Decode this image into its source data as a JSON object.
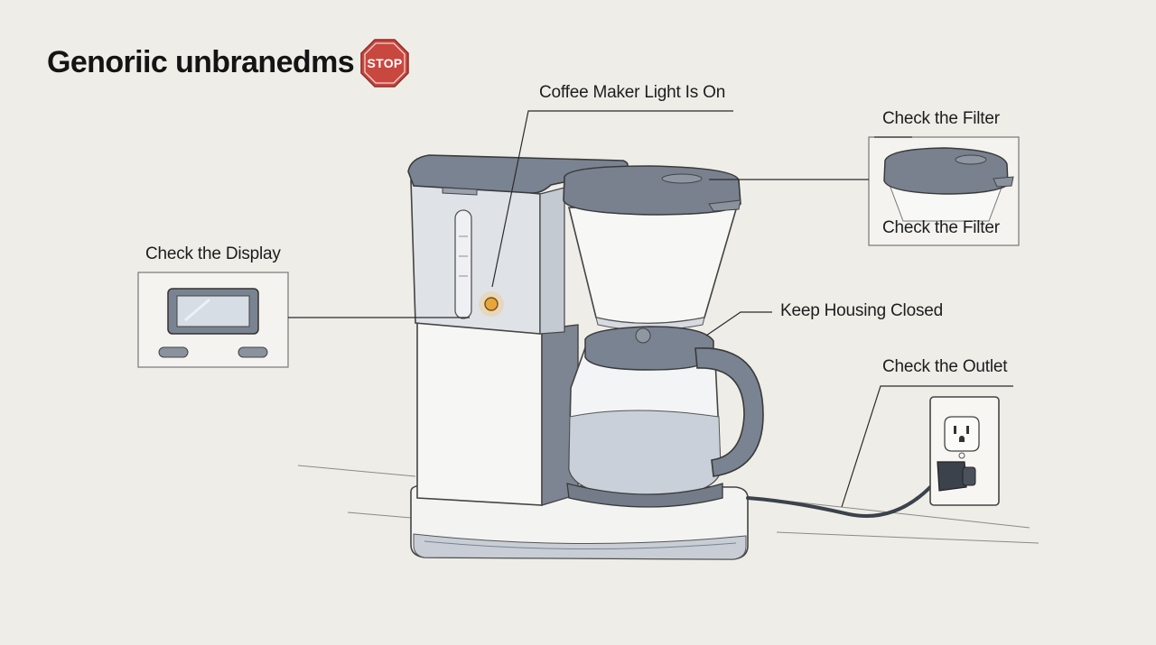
{
  "title": "Genoriic unbranedms",
  "stop_sign": {
    "text": "STOP",
    "color": "#c8473f"
  },
  "callouts": {
    "light": "Coffee Maker Light Is On",
    "filter_top": "Check the Filter",
    "filter_bottom": "Check the Filter",
    "display": "Check the Display",
    "housing": "Keep Housing Closed",
    "outlet": "Check the Outlet"
  },
  "colors": {
    "background": "#efede8",
    "housing_dark": "#77808f",
    "housing_light": "#d9dde3",
    "indicator_light": "#e8a53a",
    "line": "#2b2b2b"
  }
}
